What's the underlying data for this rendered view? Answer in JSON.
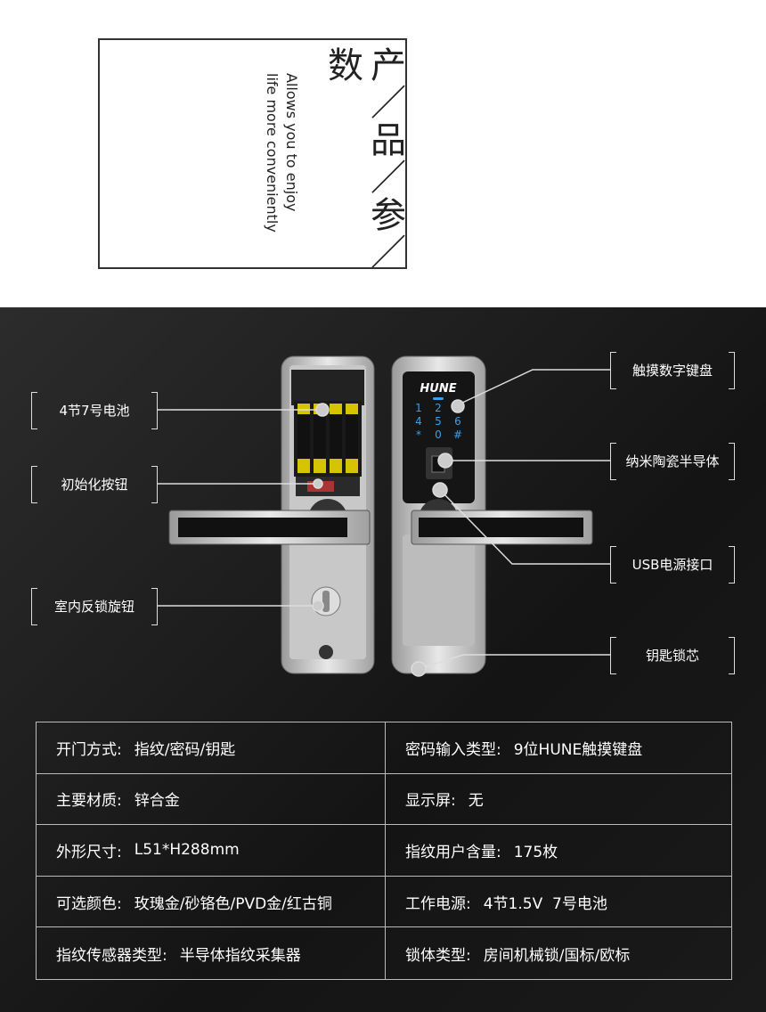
{
  "title": {
    "chinese": "产／品／参／数",
    "english_line1": "Allows you to enjoy",
    "english_line2": "life more conveniently"
  },
  "product": {
    "brand_logo": "HUNE",
    "keypad": [
      "1",
      "2",
      "",
      "4",
      "5",
      "6",
      "*",
      "0",
      "#"
    ]
  },
  "callouts": {
    "battery": "4节7号电池",
    "reset_button": "初始化按钮",
    "inner_knob": "室内反锁旋钮",
    "touch_keypad": "触摸数字键盘",
    "sensor": "纳米陶瓷半导体",
    "usb": "USB电源接口",
    "key_cylinder": "钥匙锁芯"
  },
  "specs": [
    [
      {
        "k": "开门方式:",
        "v": "指纹/密码/钥匙"
      },
      {
        "k": "密码输入类型:",
        "v": "9位HUNE触摸键盘"
      }
    ],
    [
      {
        "k": "主要材质:",
        "v": "锌合金"
      },
      {
        "k": "显示屏:",
        "v": "无"
      }
    ],
    [
      {
        "k": "外形尺寸:",
        "v": "L51*H288mm"
      },
      {
        "k": "指纹用户含量:",
        "v": "175枚"
      }
    ],
    [
      {
        "k": "可选颜色:",
        "v": "玫瑰金/砂铬色/PVD金/红古铜"
      },
      {
        "k": "工作电源:",
        "v": "4节1.5V  7号电池"
      }
    ],
    [
      {
        "k": "指纹传感器类型:",
        "v": "半导体指纹采集器"
      },
      {
        "k": "锁体类型:",
        "v": "房间机械锁/国标/欧标"
      }
    ]
  ]
}
